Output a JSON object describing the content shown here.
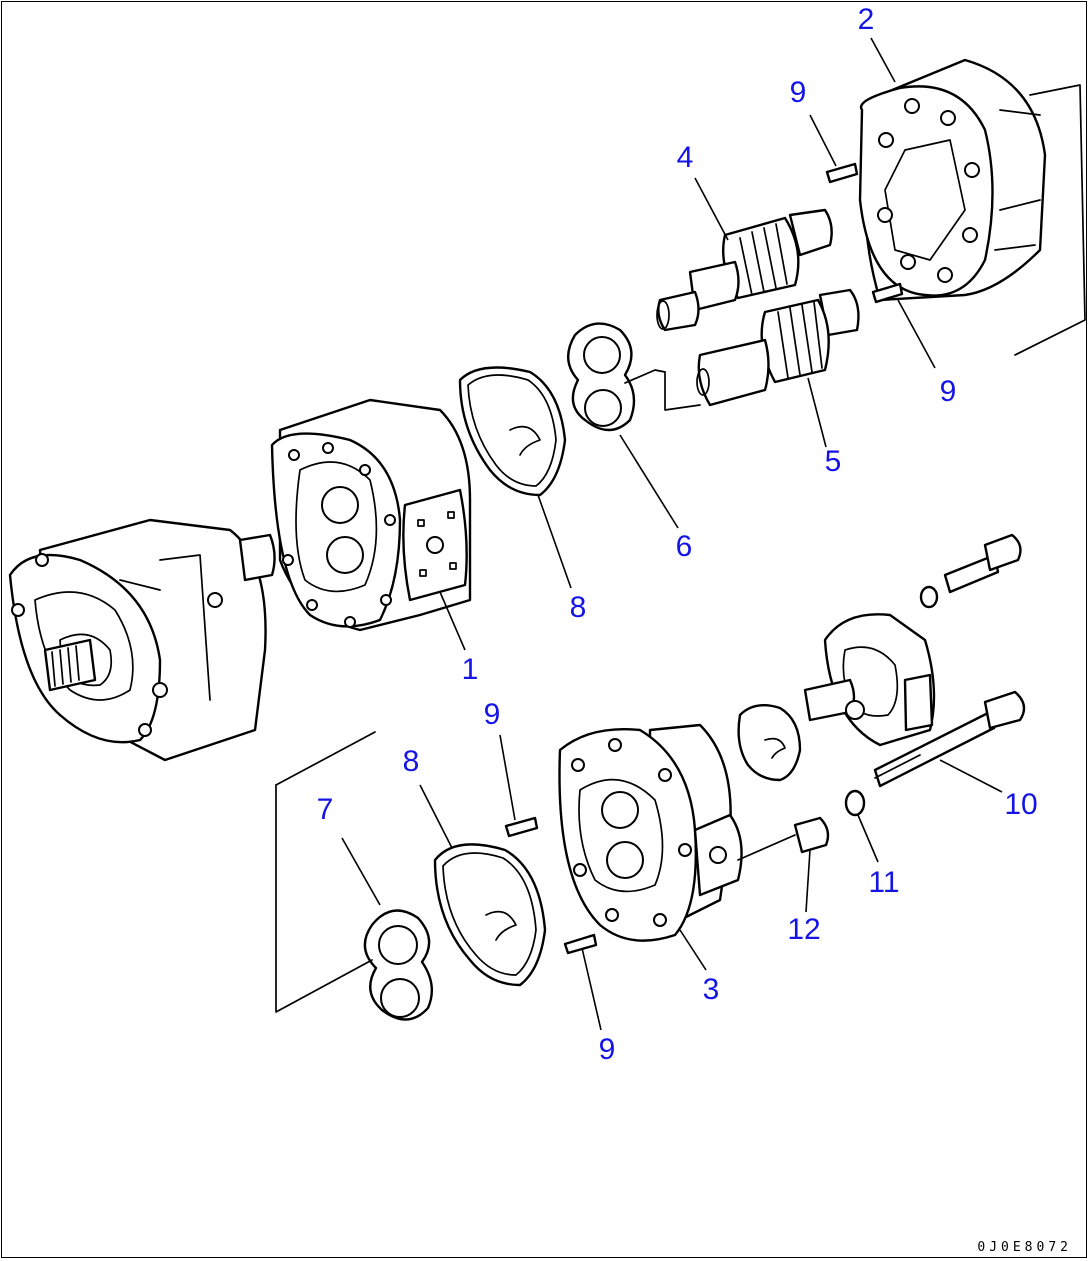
{
  "callouts": {
    "c1": "1",
    "c2": "2",
    "c3": "3",
    "c4": "4",
    "c5": "5",
    "c6": "6",
    "c7": "7",
    "c8a": "8",
    "c8b": "8",
    "c9a": "9",
    "c9b": "9",
    "c9c": "9",
    "c9d": "9",
    "c10": "10",
    "c11": "11",
    "c12": "12"
  },
  "drawing_code": "0J0E8072",
  "colors": {
    "callout": "#1414e6",
    "line": "#000000",
    "background": "#ffffff"
  }
}
